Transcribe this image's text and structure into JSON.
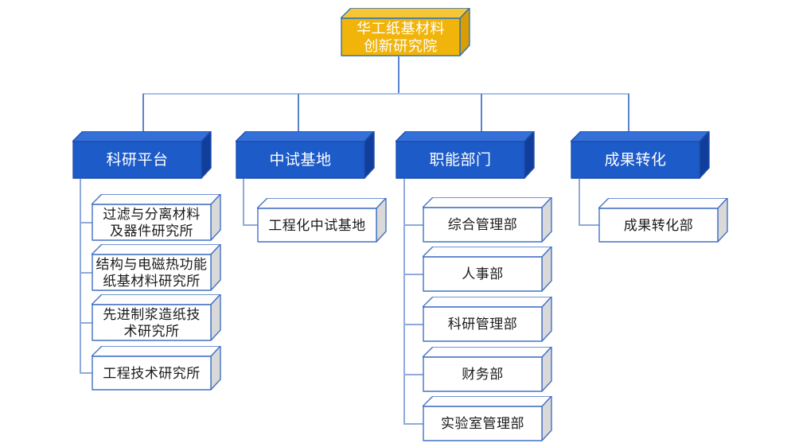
{
  "org": {
    "root": {
      "label": "华工纸基材料\n创新研究院"
    },
    "branches": [
      {
        "label": "科研平台",
        "children": [
          {
            "label": "过滤与分离材料\n及器件研究所"
          },
          {
            "label": "结构与电磁热功能\n纸基材料研究所"
          },
          {
            "label": "先进制浆造纸技\n术研究所"
          },
          {
            "label": "工程技术研究所"
          }
        ]
      },
      {
        "label": "中试基地",
        "children": [
          {
            "label": "工程化中试基地"
          }
        ]
      },
      {
        "label": "职能部门",
        "children": [
          {
            "label": "综合管理部"
          },
          {
            "label": "人事部"
          },
          {
            "label": "科研管理部"
          },
          {
            "label": "财务部"
          },
          {
            "label": "实验室管理部"
          }
        ]
      },
      {
        "label": "成果转化",
        "children": [
          {
            "label": "成果转化部"
          }
        ]
      }
    ]
  },
  "colors": {
    "root": {
      "front": "#F0B40B",
      "top": "#F6C637",
      "side": "#D89C04",
      "stroke": "#2E75B6",
      "text": "#FFFFFF"
    },
    "branch": {
      "front": "#1D5BC9",
      "top": "#3470D8",
      "side": "#123E9B",
      "stroke": "#1C4FAE",
      "text": "#FFFFFF"
    },
    "leaf": {
      "front": "#FFFFFF",
      "top": "#FDFDFE",
      "side": "#D9D9D9",
      "stroke": "#4472C4",
      "text": "#1A1A1A"
    },
    "line_dark": "#5B83CF",
    "line_light": "#A9BFE6",
    "rail": "#8FAADC"
  }
}
